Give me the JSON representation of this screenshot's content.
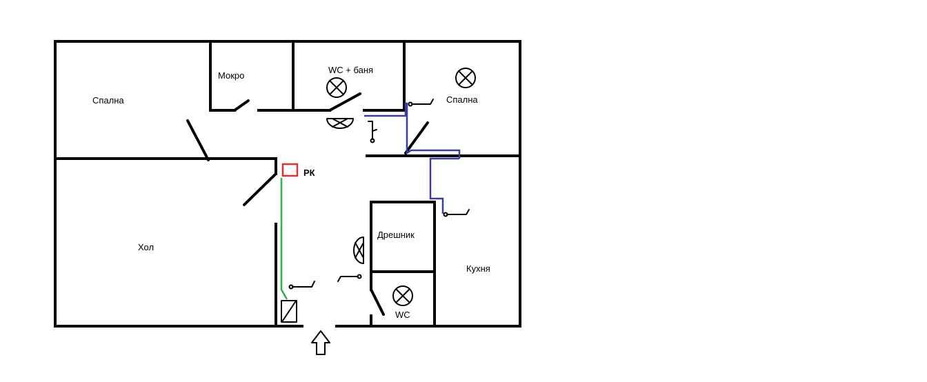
{
  "rooms": {
    "spalna_left": "Спална",
    "mokro": "Мокро",
    "wc_banya": "WC + баня",
    "spalna_right": "Спална",
    "hol": "Хол",
    "dreshnik": "Дрешник",
    "kuhnya": "Кухня",
    "wc": "WC"
  },
  "panel": {
    "label": "РК"
  },
  "colors": {
    "walls": "#000000",
    "blue_cable": "#3a3aa8",
    "green_cable": "#2bb04a",
    "panel": "#e03030"
  },
  "icons": [
    "ceiling-light-icon",
    "wall-lamp-icon",
    "light-switch-icon",
    "entrance-arrow-icon",
    "distribution-panel-icon"
  ]
}
